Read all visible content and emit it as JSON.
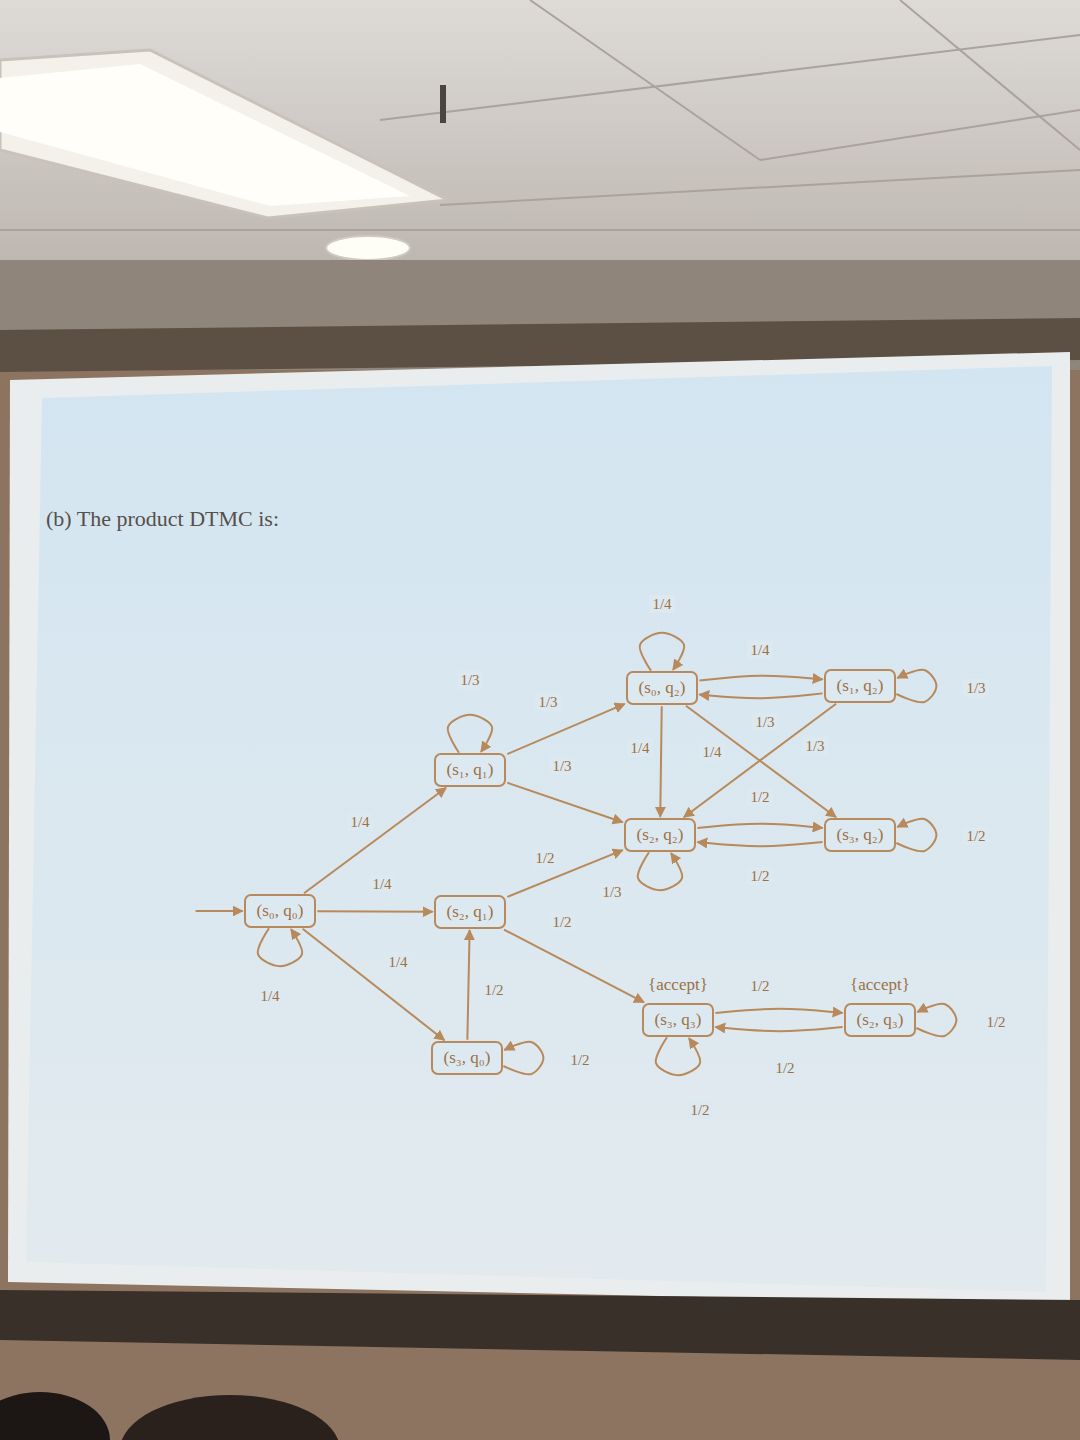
{
  "diagram": {
    "title": "(b) The product DTMC is:",
    "nodes": [
      {
        "text": [
          "(s₀, q₂)"
        ]
      },
      {
        "text": [
          "(s₁, q₂)"
        ]
      },
      {
        "text": [
          "(s₁, q₁)"
        ]
      },
      {
        "text": [
          "(s₂, q₂)"
        ]
      },
      {
        "text": [
          "(s₃, q₂)"
        ]
      },
      {
        "text": [
          "(s₀, q₀)"
        ]
      },
      {
        "text": [
          "(s₂, q₁)"
        ]
      },
      {
        "text": [
          "{accept}",
          "(s₃, q₃)"
        ]
      },
      {
        "text": [
          "{accept}",
          "(s₂, q₃)"
        ]
      },
      {
        "text": [
          "(s₃, q₀)"
        ]
      }
    ],
    "edges": [
      {
        "from": 5,
        "to": 5,
        "arrow": "to",
        "label": "1/4"
      },
      {
        "from": 5,
        "to": 2,
        "arrow": "to",
        "label": "1/4"
      },
      {
        "from": 5,
        "to": 6,
        "arrow": "to",
        "label": "1/4"
      },
      {
        "from": 5,
        "to": 9,
        "arrow": "to",
        "label": "1/4"
      },
      {
        "from": 2,
        "to": 2,
        "arrow": "to",
        "label": "1/3"
      },
      {
        "from": 2,
        "to": 0,
        "arrow": "to",
        "label": "1/3"
      },
      {
        "from": 2,
        "to": 3,
        "arrow": "to",
        "label": "1/3"
      },
      {
        "from": 9,
        "to": 6,
        "arrow": "to",
        "label": "1/2"
      },
      {
        "from": 9,
        "to": 9,
        "arrow": "to",
        "label": "1/2"
      },
      {
        "from": 6,
        "to": 3,
        "arrow": "to",
        "label": "1/2"
      },
      {
        "from": 6,
        "to": 7,
        "arrow": "to",
        "label": "1/2"
      },
      {
        "from": 0,
        "to": 0,
        "arrow": "to",
        "label": "1/4"
      },
      {
        "from": 0,
        "to": 1,
        "arrow": "to",
        "label": "1/4"
      },
      {
        "from": 1,
        "to": 0,
        "arrow": "to",
        "label": "1/3"
      },
      {
        "from": 0,
        "to": 3,
        "arrow": "to",
        "label": "1/4"
      },
      {
        "from": 0,
        "to": 4,
        "arrow": "to",
        "label": "1/4"
      },
      {
        "from": 1,
        "to": 3,
        "arrow": "to",
        "label": "1/3"
      },
      {
        "from": 1,
        "to": 1,
        "arrow": "to",
        "label": "1/3"
      },
      {
        "from": 3,
        "to": 4,
        "arrow": "to",
        "label": "1/2"
      },
      {
        "from": 4,
        "to": 3,
        "arrow": "to",
        "label": "1/2"
      },
      {
        "from": 3,
        "to": 3,
        "arrow": "to",
        "label": "1/3"
      },
      {
        "from": 4,
        "to": 4,
        "arrow": "to",
        "label": "1/2"
      },
      {
        "from": 7,
        "to": 8,
        "arrow": "to",
        "label": "1/2"
      },
      {
        "from": 8,
        "to": 7,
        "arrow": "to",
        "label": "1/2"
      },
      {
        "from": 7,
        "to": 7,
        "arrow": "to",
        "label": "1/2"
      },
      {
        "from": 8,
        "to": 8,
        "arrow": "to",
        "label": "1/2"
      }
    ]
  }
}
